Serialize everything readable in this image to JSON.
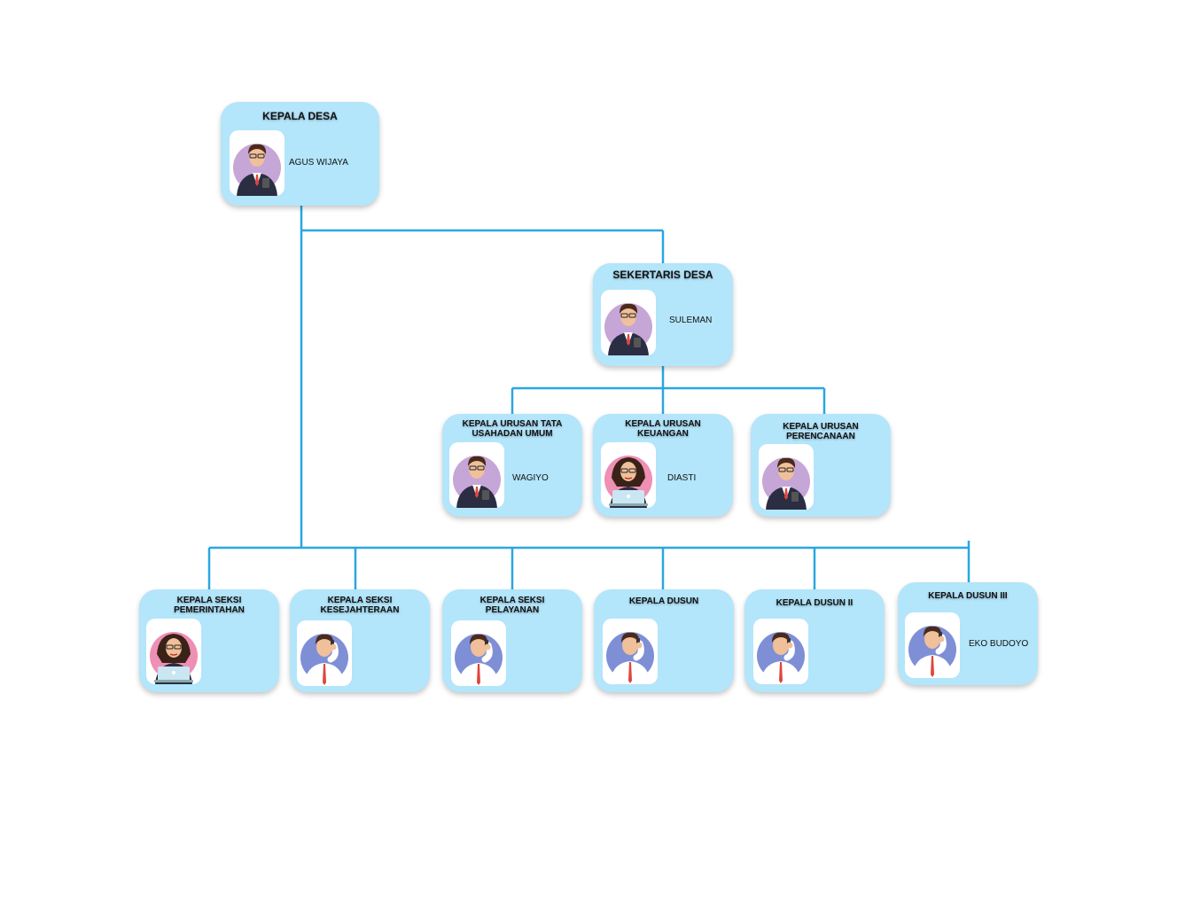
{
  "colors": {
    "connector": "#2aa6e2",
    "card": "#b3e5fb",
    "suit": "#2b2d43",
    "shirt_man": "#ffffff",
    "tie": "#e0453c",
    "bg_purple": "#c6a6d6",
    "bg_pink": "#ee8fb4",
    "bg_blue": "#7e8fd6"
  },
  "nodes": {
    "kepala_desa": {
      "title": "KEPALA DESA",
      "name": "AGUS WIJAYA",
      "avatar": "man-suit-glasses-icon"
    },
    "sekertaris_desa": {
      "title": "SEKERTARIS DESA",
      "name": "SULEMAN",
      "avatar": "man-suit-glasses-icon"
    },
    "kaur_tu": {
      "title": "KEPALA URUSAN TATA\nUSAHADAN UMUM",
      "name": "WAGIYO",
      "avatar": "man-suit-glasses-icon"
    },
    "kaur_keuangan": {
      "title": "KEPALA URUSAN\nKEUANGAN",
      "name": "DIASTI",
      "avatar": "woman-laptop-icon"
    },
    "kaur_perencanaan": {
      "title": "KEPALA URUSAN\nPERENCANAAN",
      "name": "",
      "avatar": "man-suit-glasses-icon"
    },
    "kasi_pemerintahan": {
      "title": "KEPALA SEKSI\nPEMERINTAHAN",
      "name": "",
      "avatar": "woman-laptop-icon"
    },
    "kasi_kesejahteraan": {
      "title": "KEPALA SEKSI\nKESEJAHTERAAN",
      "name": "",
      "avatar": "man-phone-icon"
    },
    "kasi_pelayanan": {
      "title": "KEPALA SEKSI\nPELAYANAN",
      "name": "",
      "avatar": "man-phone-icon"
    },
    "kepala_dusun": {
      "title": "KEPALA DUSUN",
      "name": "",
      "avatar": "man-phone-icon"
    },
    "kepala_dusun_2": {
      "title": "KEPALA DUSUN II",
      "name": "",
      "avatar": "man-phone-icon"
    },
    "kepala_dusun_3": {
      "title": "KEPALA DUSUN III",
      "name": "EKO BUDOYO",
      "avatar": "man-phone-icon"
    }
  }
}
